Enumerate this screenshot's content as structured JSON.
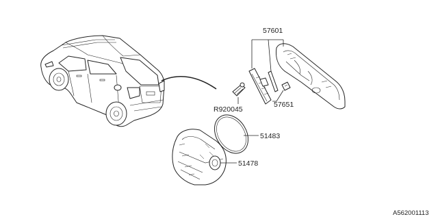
{
  "diagram": {
    "part_numbers": {
      "fuel_lid_assembly": "57601",
      "lid_spring": "57651",
      "screw": "R920045",
      "seal_ring": "51483",
      "filler_pocket": "51478"
    },
    "drawing_code": "A562001113"
  }
}
